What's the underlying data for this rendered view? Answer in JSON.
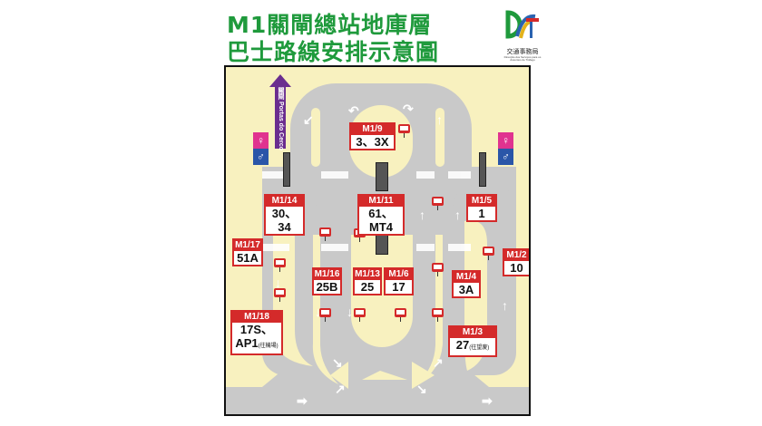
{
  "title": {
    "line1": "M1關閘總站地庫層",
    "line2": "巴士路線安排示意圖"
  },
  "logo": {
    "name": "交通事務局",
    "subtitle": "Direcção dos Serviços para os Assuntos de Tráfego"
  },
  "exit": {
    "label_zh": "關閘",
    "label_pt": "Portas do Cerco",
    "color": "#6a2d8f"
  },
  "colors": {
    "title": "#1f9a3c",
    "stop": "#d42a2a",
    "road": "#c9c9c9",
    "ground": "#f8f1bf"
  },
  "stops": [
    {
      "id": "M1/9",
      "routes": "3、3X"
    },
    {
      "id": "M1/14",
      "routes": "30、34"
    },
    {
      "id": "M1/11",
      "routes": "61、MT4"
    },
    {
      "id": "M1/5",
      "routes": "1"
    },
    {
      "id": "M1/17",
      "routes": "51A"
    },
    {
      "id": "M1/2",
      "routes": "10"
    },
    {
      "id": "M1/16",
      "routes": "25B"
    },
    {
      "id": "M1/13",
      "routes": "25"
    },
    {
      "id": "M1/6",
      "routes": "17"
    },
    {
      "id": "M1/4",
      "routes": "3A"
    },
    {
      "id": "M1/18",
      "routes": "17S、",
      "routes2": "AP1",
      "note": "(往機場)"
    },
    {
      "id": "M1/3",
      "routes": "27",
      "note": "(往望廈)"
    }
  ]
}
